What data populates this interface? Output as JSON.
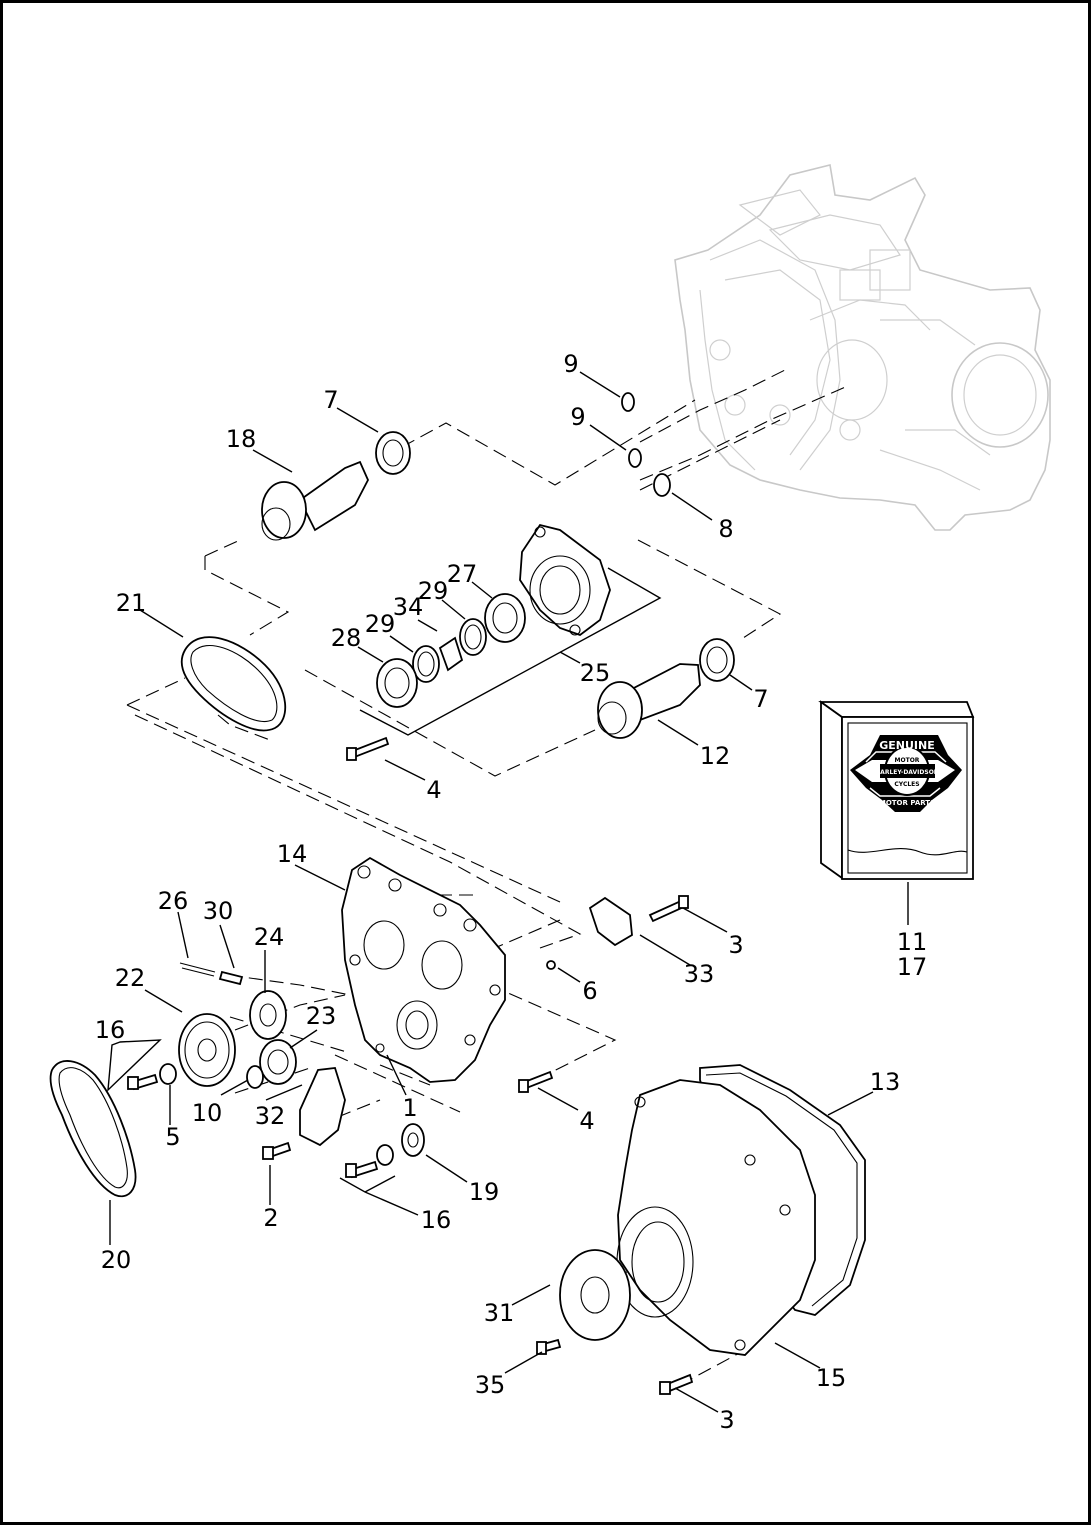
{
  "callouts": {
    "c1": "1",
    "c2": "2",
    "c3a": "3",
    "c3b": "3",
    "c4a": "4",
    "c4b": "4",
    "c5": "5",
    "c6": "6",
    "c7a": "7",
    "c7b": "7",
    "c8": "8",
    "c9a": "9",
    "c9b": "9",
    "c10": "10",
    "c11": "11",
    "c12": "12",
    "c13": "13",
    "c14": "14",
    "c15": "15",
    "c16a": "16",
    "c16b": "16",
    "c17": "17",
    "c18": "18",
    "c19": "19",
    "c20": "20",
    "c21": "21",
    "c22": "22",
    "c23": "23",
    "c24": "24",
    "c25": "25",
    "c26": "26",
    "c27": "27",
    "c28": "28",
    "c29a": "29",
    "c29b": "29",
    "c30": "30",
    "c31": "31",
    "c32": "32",
    "c33": "33",
    "c34": "34",
    "c35": "35"
  },
  "logo": {
    "top": "GENUINE",
    "ring_top": "MOTOR",
    "brand": "HARLEY-DAVIDSON",
    "ring_bottom": "CYCLES",
    "bottom": "MOTOR PARTS"
  }
}
